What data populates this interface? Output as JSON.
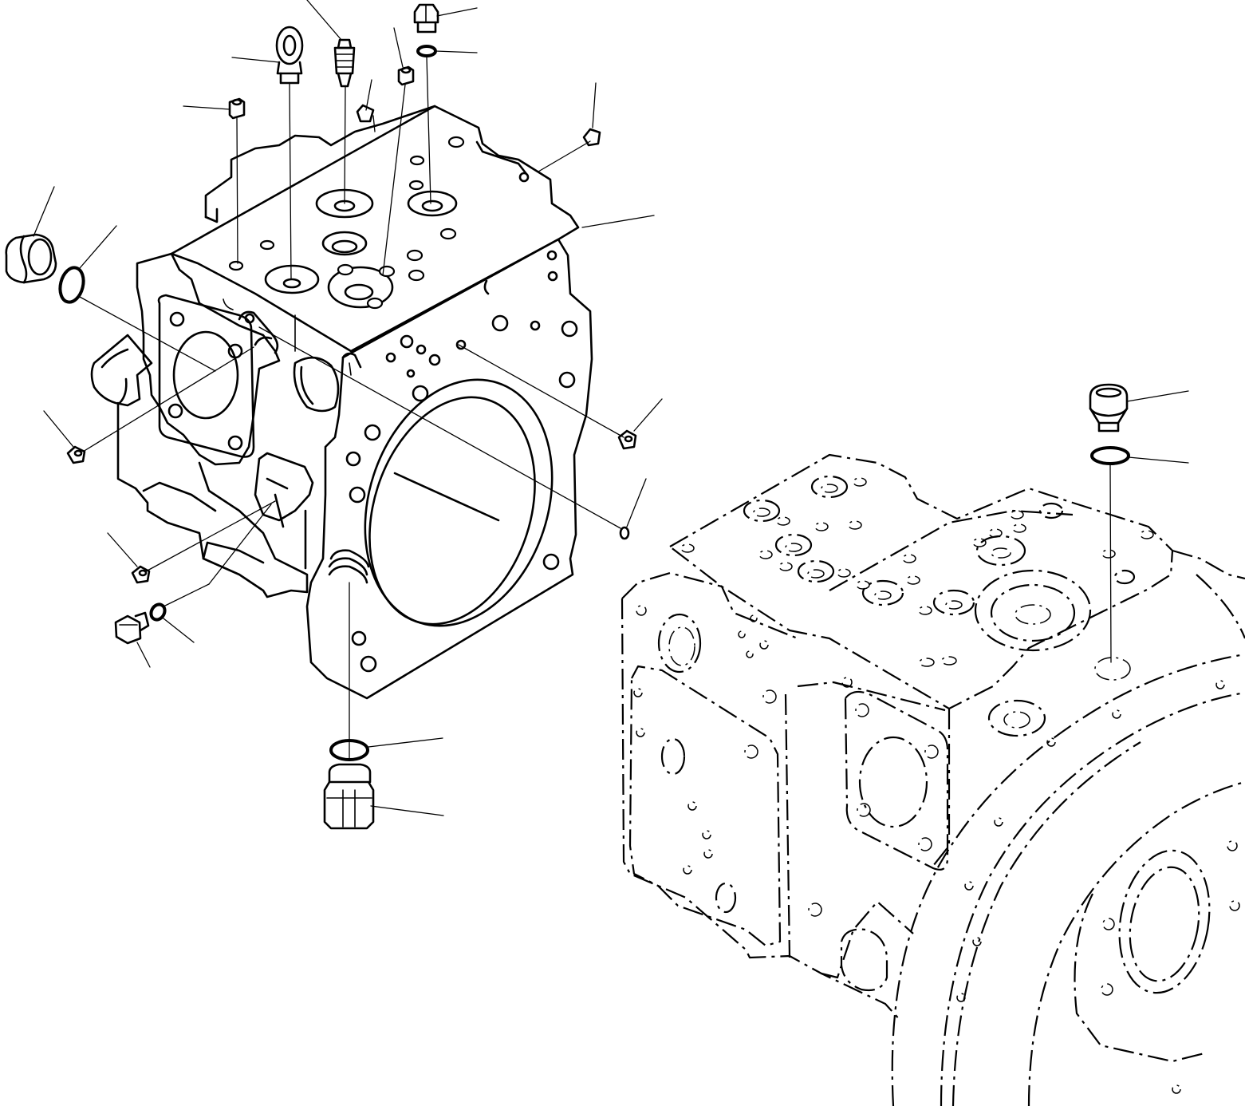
{
  "diagram": {
    "style": "exploded parts drawing, black line art on white",
    "colors": {
      "line": "#000000",
      "background": "#ffffff"
    },
    "parts": [
      "eyebolt",
      "bleeder-valve",
      "plug",
      "o-ring",
      "pipe-plug",
      "bolt",
      "pump-case",
      "retaining-pin",
      "reference-assembly"
    ]
  }
}
